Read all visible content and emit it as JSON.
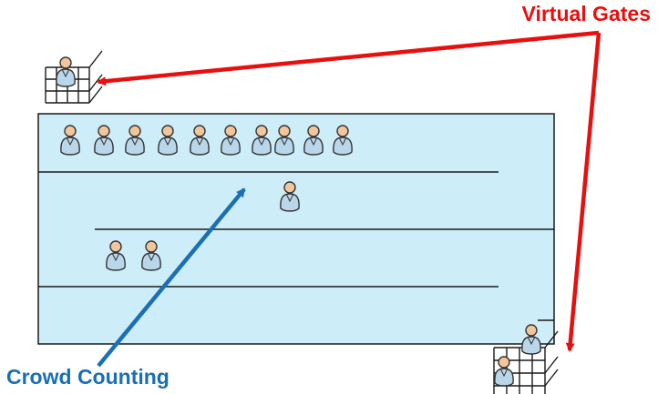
{
  "labels": {
    "virtual_gates": "Virtual Gates",
    "crowd_counting": "Crowd Counting"
  },
  "colors": {
    "gate_label": "#e8100f",
    "crowd_label": "#1a6fb5",
    "gate_arrow": "#e8100f",
    "crowd_arrow": "#1a6fb5",
    "queue_fill": "#cdeef8",
    "line": "#1a1a1a",
    "person_body": "#b9d6ea",
    "person_head": "#f2c69a"
  },
  "icons": {
    "person": "person-icon",
    "gate": "virtual-gate-icon"
  },
  "counts": {
    "people_front_row": 10,
    "people_middle": 1,
    "people_lower": 2
  }
}
